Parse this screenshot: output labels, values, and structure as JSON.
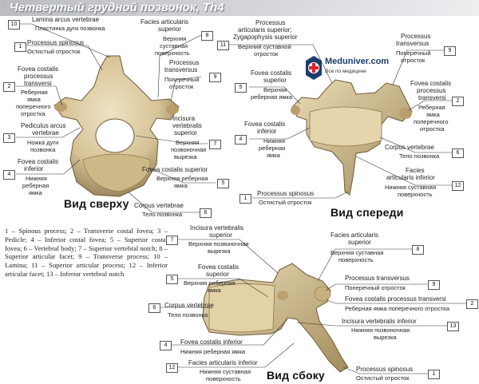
{
  "title": "Четвертый грудной позвонок, Th4",
  "logo": {
    "name": "Meduniver.com",
    "subtitle": "Все по медицине",
    "icon": "medical-cross-icon"
  },
  "views": {
    "top": "Вид сверху",
    "front": "Вид спереди",
    "side": "Вид сбоку"
  },
  "colors": {
    "banner": "#c4c7cb",
    "bone": "#dcc9a0",
    "bone_shadow": "#9a8358",
    "accent": "#1b3d6e",
    "cross": "#d9232e"
  },
  "labels": {
    "t_lamina": {
      "num": "10",
      "lat": "Lamina arcus vertebrae",
      "ru": "Пластинка дуги позвонка"
    },
    "t_spinous": {
      "num": "1",
      "lat": "Processus spinosus",
      "ru": "Остистый отросток"
    },
    "t_fovea_tr": {
      "num": "2",
      "lat1": "Fovea costalis",
      "lat2": "processus",
      "lat3": "transversi",
      "ru1": "Реберная",
      "ru2": "ямка",
      "ru3": "поперечного",
      "ru4": "отростка"
    },
    "t_pedicle": {
      "num": "3",
      "lat1": "Pediculus arcus",
      "lat2": "vertebrae",
      "ru1": "Ножка дуги",
      "ru2": "позвонка"
    },
    "t_fovea_inf": {
      "num": "4",
      "lat1": "Fovea costalis",
      "lat2": "inferior",
      "ru1": "Нижняя",
      "ru2": "реберная",
      "ru3": "ямка"
    },
    "t_facies_sup": {
      "num": "8",
      "lat1": "Facies articularis",
      "lat2": "superior",
      "ru1": "Верхняя",
      "ru2": "суставная",
      "ru3": "поверхность"
    },
    "t_transverse": {
      "num": "9",
      "lat1": "Processus",
      "lat2": "transversus",
      "ru1": "Поперечный",
      "ru2": "отросток"
    },
    "t_incisura": {
      "num": "7",
      "lat1": "Incisura",
      "lat2": "vertebralis",
      "lat3": "superior",
      "ru1": "Верхняя",
      "ru2": "позвоночная",
      "ru3": "вырезка"
    },
    "t_fovea_sup": {
      "num": "5",
      "lat": "Fovea costalis superior",
      "ru1": "Верхняя реберная",
      "ru2": "ямка"
    },
    "t_corpus": {
      "num": "6",
      "lat": "Corpus vertebrae",
      "ru": "Тело позвонка"
    },
    "f_processus_art": {
      "num": "11",
      "lat1": "Processus",
      "lat2": "articularis superior;",
      "lat3": "Zygapophysis superior",
      "ru1": "Верхний суставной",
      "ru2": "отросток"
    },
    "f_transverse": {
      "num": "9",
      "lat1": "Processus",
      "lat2": "transversus",
      "ru1": "Поперечный",
      "ru2": "отросток"
    },
    "f_fovea_sup": {
      "num": "5",
      "lat1": "Fovea costalis",
      "lat2": "superior",
      "ru1": "Верхняя",
      "ru2": "реберная ямка"
    },
    "f_fovea_tr": {
      "num": "2",
      "lat1": "Fovea costalis",
      "lat2": "processus",
      "lat3": "transversi",
      "ru1": "Реберная",
      "ru2": "ямка",
      "ru3": "поперечного",
      "ru4": "отростка"
    },
    "f_fovea_inf": {
      "num": "4",
      "lat1": "Fovea costalis",
      "lat2": "inferior",
      "ru1": "Нижняя",
      "ru2": "реберная",
      "ru3": "ямка"
    },
    "f_corpus": {
      "num": "6",
      "lat": "Corpus vertebrae",
      "ru": "Тело позвонка"
    },
    "f_facies_inf": {
      "num": "12",
      "lat1": "Facies",
      "lat2": "articularis inferior",
      "ru1": "Нижняя суставная",
      "ru2": "поверхность"
    },
    "f_spinous": {
      "num": "1",
      "lat": "Processus spinosus",
      "ru": "Остистый отросток"
    },
    "s_incisura": {
      "num": "7",
      "lat1": "Incisura vertebralis",
      "lat2": "superior",
      "ru1": "Верхняя позвоночная",
      "ru2": "вырезка"
    },
    "s_facies_sup": {
      "num": "8",
      "lat1": "Facies articularis",
      "lat2": "superior",
      "ru1": "Верхняя суставная",
      "ru2": "поверхность"
    },
    "s_fovea_sup": {
      "num": "5",
      "lat1": "Fovea costalis",
      "lat2": "superior",
      "ru1": "Верхняя реберная",
      "ru2": "ямка"
    },
    "s_transverse": {
      "num": "9",
      "lat": "Processus transversus",
      "ru": "Поперечный отросток"
    },
    "s_corpus": {
      "num": "6",
      "lat": "Corpus vertebrae",
      "ru": "Тело позвонка"
    },
    "s_fovea_tr": {
      "num": "2",
      "lat": "Fovea costalis processus transversi",
      "ru": "Реберная ямка поперечного отростка"
    },
    "s_incisura_inf": {
      "num": "13",
      "lat": "Incisura vertebralis inferior",
      "ru1": "Нижняя позвоночная",
      "ru2": "вырезка"
    },
    "s_fovea_inf": {
      "num": "4",
      "lat": "Fovea costalis inferior",
      "ru": "Нижняя реберная ямка"
    },
    "s_facies_inf": {
      "num": "12",
      "lat": "Facies articularis inferior",
      "ru1": "Нижняя суставная",
      "ru2": "поверхность"
    },
    "s_spinous": {
      "num": "1",
      "lat": "Processus spinosus",
      "ru": "Остистый отросток"
    }
  },
  "legend": "1 – Spinous process; 2 – Transverse costal fovea; 3 – Pedicle; 4 – Inferior costal fovea; 5 – Superior costal fovea; 6 – Vertebral body; 7 – Superior vertebral notch; 8 – Superior articular facet; 9 – Transverse process; 10 – Lamina; 11 – Superior articular process; 12 – Inferior articular facet; 13 – Inferior vertebral notch"
}
